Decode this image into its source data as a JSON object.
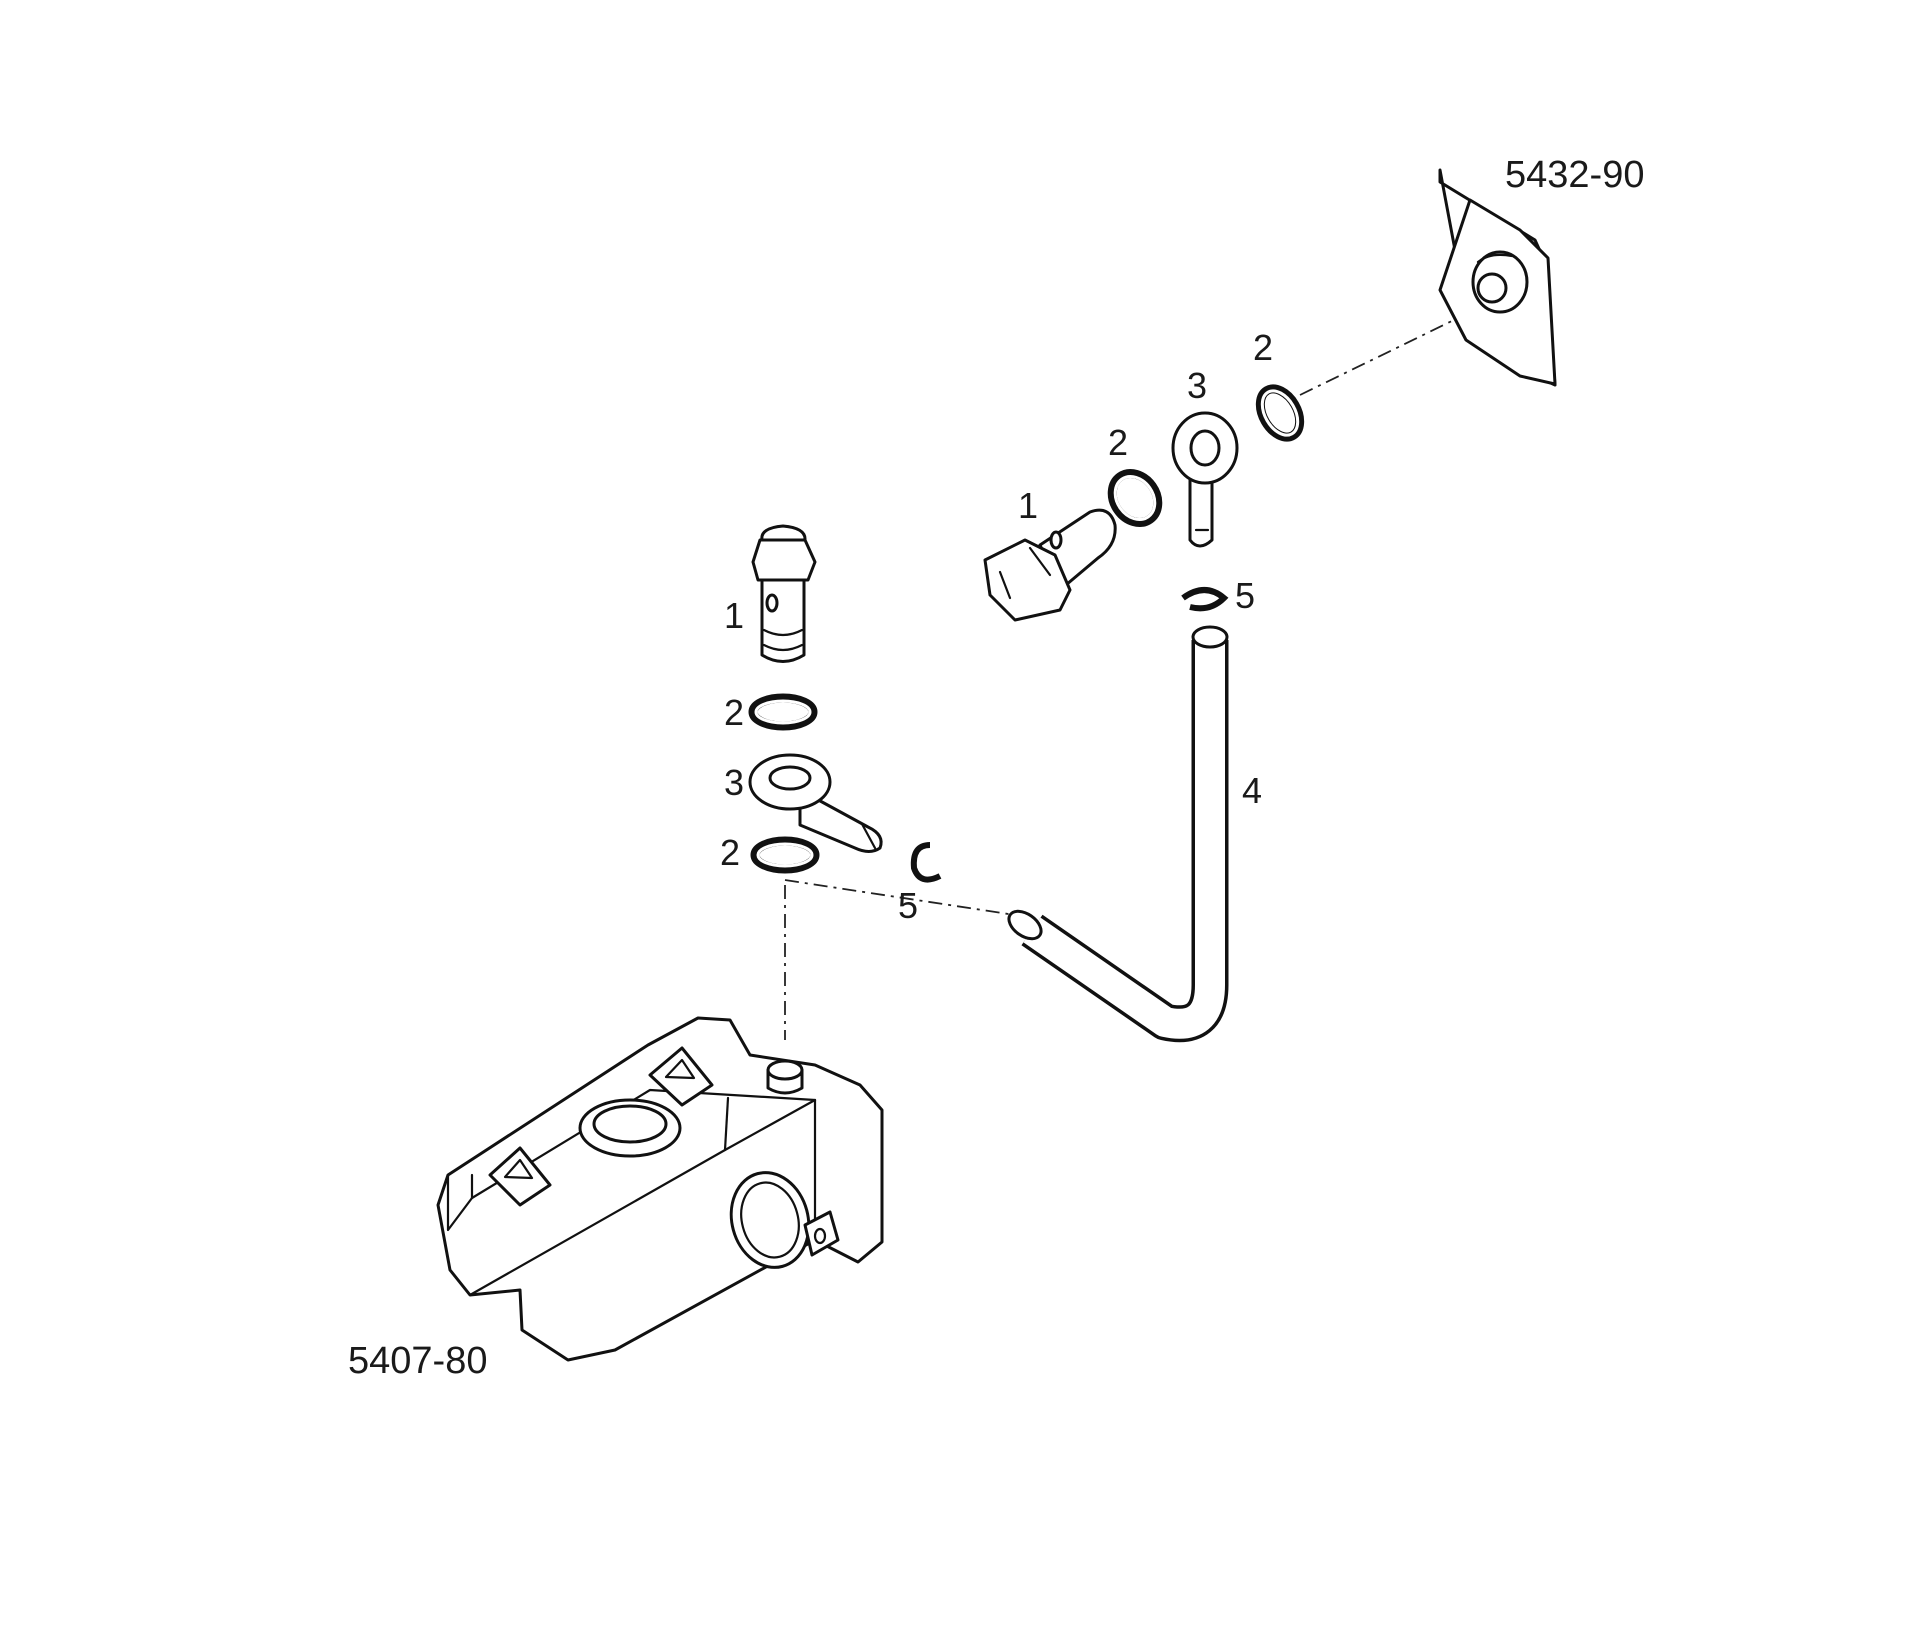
{
  "diagram": {
    "assembly_labels": {
      "top_right": "5432-90",
      "bottom_left": "5407-80"
    },
    "callouts": {
      "left_bolt": "1",
      "left_washer_upper": "2",
      "left_banjo": "3",
      "left_washer_lower": "2",
      "left_clip": "5",
      "right_bolt": "1",
      "right_washer_inner": "2",
      "right_banjo": "3",
      "right_washer_outer": "2",
      "right_clip": "5",
      "pipe": "4"
    },
    "colors": {
      "line": "#111111",
      "background": "#ffffff"
    }
  }
}
